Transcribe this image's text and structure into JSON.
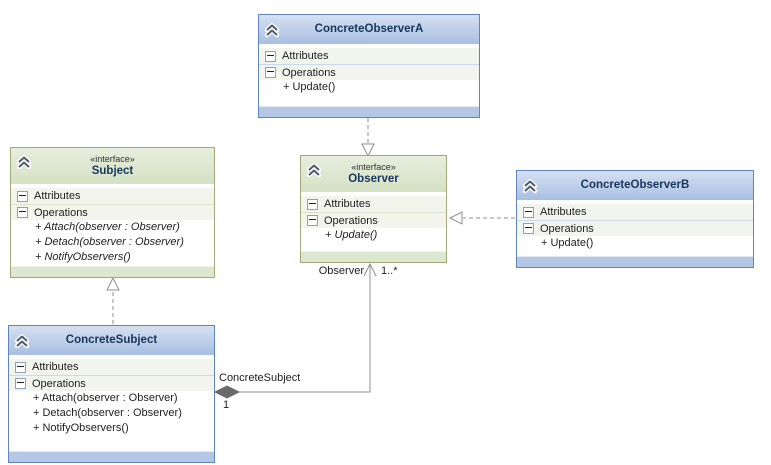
{
  "classes": [
    {
      "name": "ConcreteObserverA",
      "stereotype": "",
      "attributes_label": "Attributes",
      "operations_label": "Operations",
      "operations": [
        "+ Update()"
      ]
    },
    {
      "name": "Subject",
      "stereotype": "«interface»",
      "attributes_label": "Attributes",
      "operations_label": "Operations",
      "operations": [
        "+ Attach(observer : Observer)",
        "+ Detach(observer : Observer)",
        "+ NotifyObservers()"
      ]
    },
    {
      "name": "Observer",
      "stereotype": "«interface»",
      "attributes_label": "Attributes",
      "operations_label": "Operations",
      "operations": [
        "+ Update()"
      ]
    },
    {
      "name": "ConcreteObserverB",
      "stereotype": "",
      "attributes_label": "Attributes",
      "operations_label": "Operations",
      "operations": [
        "+ Update()"
      ]
    },
    {
      "name": "ConcreteSubject",
      "stereotype": "",
      "attributes_label": "Attributes",
      "operations_label": "Operations",
      "operations": [
        "+ Attach(observer : Observer)",
        "+ Detach(observer : Observer)",
        "+ NotifyObservers()"
      ]
    }
  ],
  "connectors": {
    "association": {
      "role_label": "Observer",
      "target_multiplicity": "1..*",
      "name_label": "ConcreteSubject",
      "source_multiplicity": "1"
    }
  },
  "colors": {
    "class_header": "#a8bfe1",
    "class_border": "#5f85bb",
    "class_strip": "#b4c7e4",
    "interface_header": "#d4e1c4",
    "interface_border": "#a3a87a",
    "interface_strip": "#dbe7cf",
    "title_text": "#17365d",
    "connector_line": "#8f8f8f",
    "aggregation_diamond": "#6a6a6a"
  }
}
